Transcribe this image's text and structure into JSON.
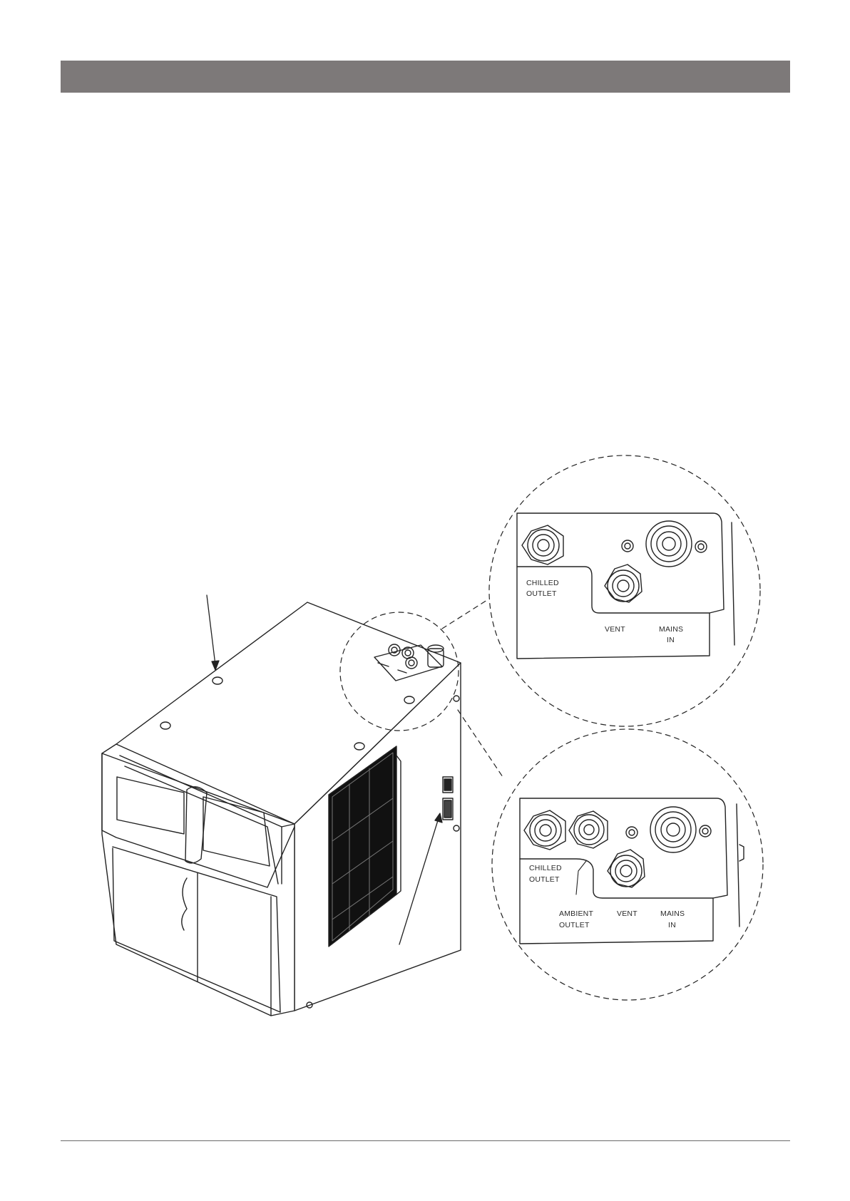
{
  "page": {
    "header_bar_color": "#7d7979"
  },
  "detail_top": {
    "labels": {
      "chilled_line1": "CHILLED",
      "chilled_line2": "OUTLET",
      "vent": "VENT",
      "mains_line1": "MAINS",
      "mains_line2": "IN"
    }
  },
  "detail_bottom": {
    "labels": {
      "chilled_line1": "CHILLED",
      "chilled_line2": "OUTLET",
      "ambient_line1": "AMBIENT",
      "ambient_line2": "OUTLET",
      "vent": "VENT",
      "mains_line1": "MAINS",
      "mains_line2": "IN"
    }
  }
}
